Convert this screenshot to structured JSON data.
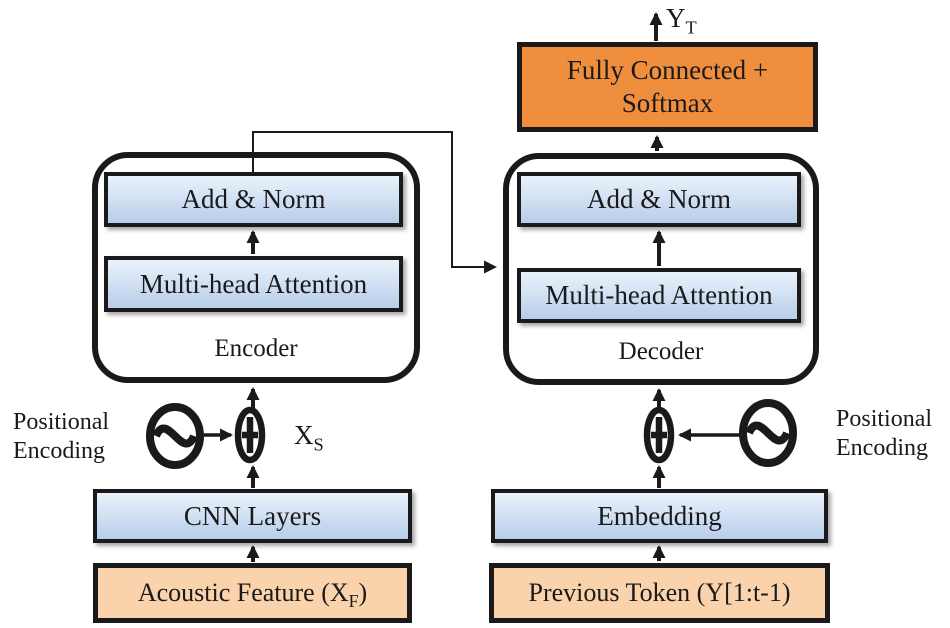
{
  "diagram": {
    "output_label": {
      "main": "Y",
      "sub": "T"
    },
    "fc_box": {
      "line1": "Fully Connected +",
      "line2": "Softmax"
    },
    "encoder": {
      "label": "Encoder",
      "add_norm": "Add & Norm",
      "mha": "Multi-head Attention"
    },
    "decoder": {
      "label": "Decoder",
      "add_norm": "Add & Norm",
      "mha": "Multi-head Attention"
    },
    "left": {
      "pe_line1": "Positional",
      "pe_line2": "Encoding",
      "x_label": {
        "main": "X",
        "sub": "S"
      },
      "cnn": "CNN Layers",
      "acoustic": {
        "prefix": "Acoustic Feature (X",
        "sub": "F",
        "suffix": ")"
      }
    },
    "right": {
      "pe_line1": "Positional",
      "pe_line2": "Encoding",
      "embedding": "Embedding",
      "prev_token": "Previous Token (Y[1:t-1)"
    },
    "colors": {
      "orange": "#EF8E3C",
      "peach": "#FAD2AC",
      "blue_top": "#EAF2FB",
      "blue_bottom": "#B7CDE9",
      "line": "#1A1A1A"
    }
  }
}
